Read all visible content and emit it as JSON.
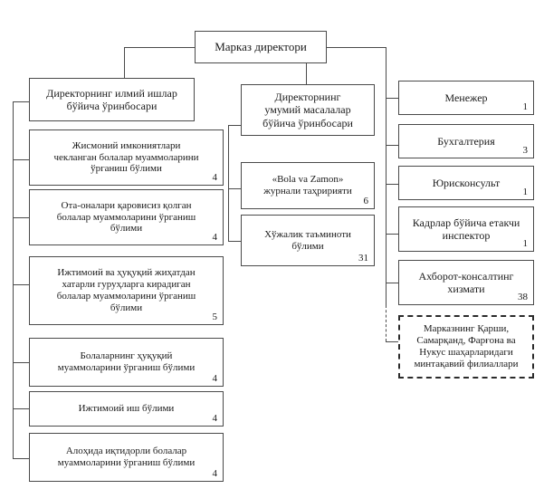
{
  "diagram": {
    "title_node": {
      "name": "root-director",
      "label": "Марказ директори"
    },
    "deputies": [
      {
        "name": "deputy-scientific",
        "label": "Директорнинг илмий ишлар\nбўйича ўринбосари",
        "count": ""
      },
      {
        "name": "deputy-general",
        "label": "Директорнинг\nумумий масалалар\nбўйича ўринбосари",
        "count": ""
      }
    ],
    "scientific_departments": [
      {
        "name": "dept-disabled-children",
        "label": "Жисмоний имкониятлари\nчекланган болалар муаммоларини\nўрганиш бўлими",
        "count": "4"
      },
      {
        "name": "dept-orphaned-children",
        "label": "Ота-оналари қаровисиз қолган\nболалар муаммоларини ўрганиш\nбўлими",
        "count": "4"
      },
      {
        "name": "dept-risk-group-children",
        "label": "Ижтимоий ва ҳуқуқий жиҳатдан\nхатарли гуруҳларга кирадиган\nболалар муаммоларини ўрганиш\nбўлими",
        "count": "5"
      },
      {
        "name": "dept-children-legal-problems",
        "label": "Болаларнинг ҳуқуқий\nмуаммоларини ўрганиш бўлими",
        "count": "4"
      },
      {
        "name": "dept-social-work",
        "label": "Ижтимоий иш бўлими",
        "count": "4"
      },
      {
        "name": "dept-gifted-children",
        "label": "Алоҳида иқтидорли болалар\nмуаммоларини ўрганиш бўлими",
        "count": "4"
      }
    ],
    "general_departments": [
      {
        "name": "dept-bola-va-zamon-journal",
        "label": "«Bola va Zamon»\nжурнали таҳририяти",
        "count": "6"
      },
      {
        "name": "dept-economic-supply",
        "label": "Хўжалик таъминоти\nбўлими",
        "count": "31"
      }
    ],
    "staff_units": [
      {
        "name": "staff-manager",
        "label": "Менежер",
        "count": "1"
      },
      {
        "name": "staff-accounting",
        "label": "Бухгалтерия",
        "count": "3"
      },
      {
        "name": "staff-legal-counsel",
        "label": "Юрисконсульт",
        "count": "1"
      },
      {
        "name": "staff-hr-lead-inspector",
        "label": "Кадрлар бўйича етакчи\nинспектор",
        "count": "1"
      },
      {
        "name": "staff-information-consulting",
        "label": "Ахборот-консалтинг\nхизмати",
        "count": "38"
      }
    ],
    "regional_branches": {
      "name": "regional-branches",
      "label": "Марказнинг Қарши,\nСамарқанд, Фарғона ва\nНукус шаҳарларидаги\nминтақавий филиаллари",
      "count": ""
    },
    "colors": {
      "border": "#4a4a4a",
      "background": "#ffffff",
      "text": "#1a1a1a"
    }
  }
}
